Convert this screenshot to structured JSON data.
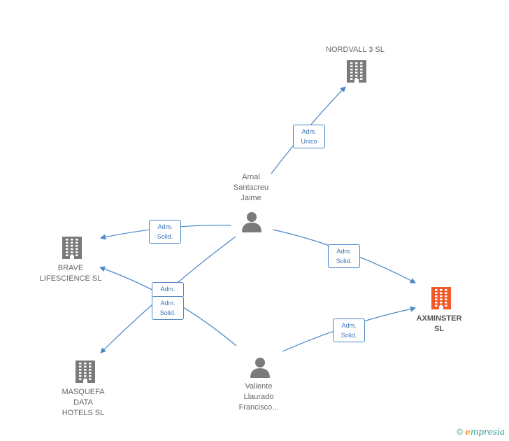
{
  "nodes": {
    "nordvall": {
      "label": "NORDVALL 3 SL",
      "kind": "company"
    },
    "arnal": {
      "label": "Arnal\nSantacreu\nJaime",
      "kind": "person"
    },
    "brave": {
      "label": "BRAVE\nLIFESCIENCE SL",
      "kind": "company"
    },
    "axminster": {
      "label": "AXMINSTER\nSL",
      "kind": "company-focus"
    },
    "masquefa": {
      "label": "MASQUEFA\nDATA\nHOTELS SL",
      "kind": "company"
    },
    "valiente": {
      "label": "Valiente\nLlaurado\nFrancisco...",
      "kind": "person"
    }
  },
  "edges": [
    {
      "id": "arnal-nordvall",
      "label": "Adm.\nUnico"
    },
    {
      "id": "arnal-brave",
      "label": "Adm.\nSolid."
    },
    {
      "id": "arnal-axminster",
      "label": "Adm.\nSolid."
    },
    {
      "id": "arnal-masquefa",
      "label": "Adm.\nSolid."
    },
    {
      "id": "valiente-brave",
      "label": "Adm.\nSolid."
    },
    {
      "id": "valiente-axminster",
      "label": "Adm.\nSolid."
    }
  ],
  "colors": {
    "edge": "#4a86c8",
    "company_icon": "#7a7a7a",
    "focus_icon": "#f05a28",
    "person_icon": "#7a7a7a"
  },
  "footer": {
    "copyright": "©",
    "brand_e": "e",
    "brand_rest": "mpresia"
  }
}
